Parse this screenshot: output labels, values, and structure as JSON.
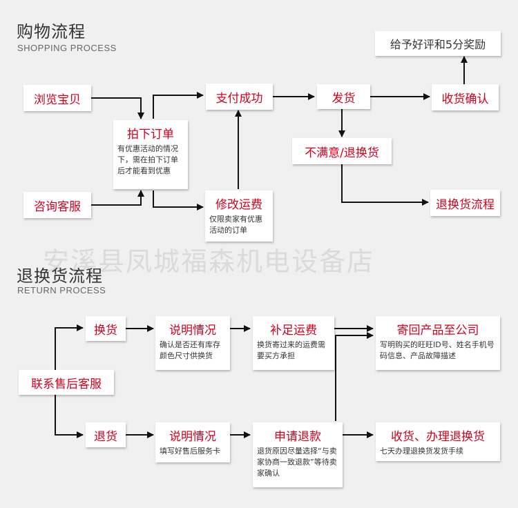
{
  "shopping": {
    "title": "购物流程",
    "subtitle": "SHOPPING PROCESS",
    "browse": "浏览宝贝",
    "consult": "咨询客服",
    "order": {
      "label": "拍下订单",
      "note": "有优惠活动的情况下，需在拍下订单后才能看到优惠"
    },
    "pay_success": "支付成功",
    "modify_shipping": {
      "label": "修改运费",
      "note": "仅限卖家有优惠活动的订单"
    },
    "ship": "发货",
    "receive_confirm": "收货确认",
    "reward": "给予好评和5分奖励",
    "unsatisfied": "不满意/退换货",
    "return_flow": "退换货流程"
  },
  "returns": {
    "title": "退换货流程",
    "subtitle": "RETURN PROCESS",
    "contact_service": "联系售后客服",
    "exchange": "换货",
    "refund": "退货",
    "explain_exchange": {
      "label": "说明情况",
      "note": "确认是否还有库存颜色尺寸供换货"
    },
    "explain_refund": {
      "label": "说明情况",
      "note": "填写好售后服务卡"
    },
    "pay_shipping": {
      "label": "补足运费",
      "note": "换货寄过来的运费需要买方承担"
    },
    "apply_refund": {
      "label": "申请退款",
      "note": "退货原因尽量选择“与卖家协商一致退款”等待卖家确认"
    },
    "return_to_company": {
      "label": "寄回产品至公司",
      "note": "写明购买的旺旺ID号、姓名手机号码信息、产品故障描述"
    },
    "receive_handle": {
      "label": "收货、办理退换货",
      "note": "七天办理退换货发货手续"
    }
  },
  "watermark": "安溪县凤城福森机电设备店",
  "colors": {
    "accent": "#d6001c",
    "text": "#333333",
    "background": "#f0f0f0",
    "box": "#ffffff"
  }
}
